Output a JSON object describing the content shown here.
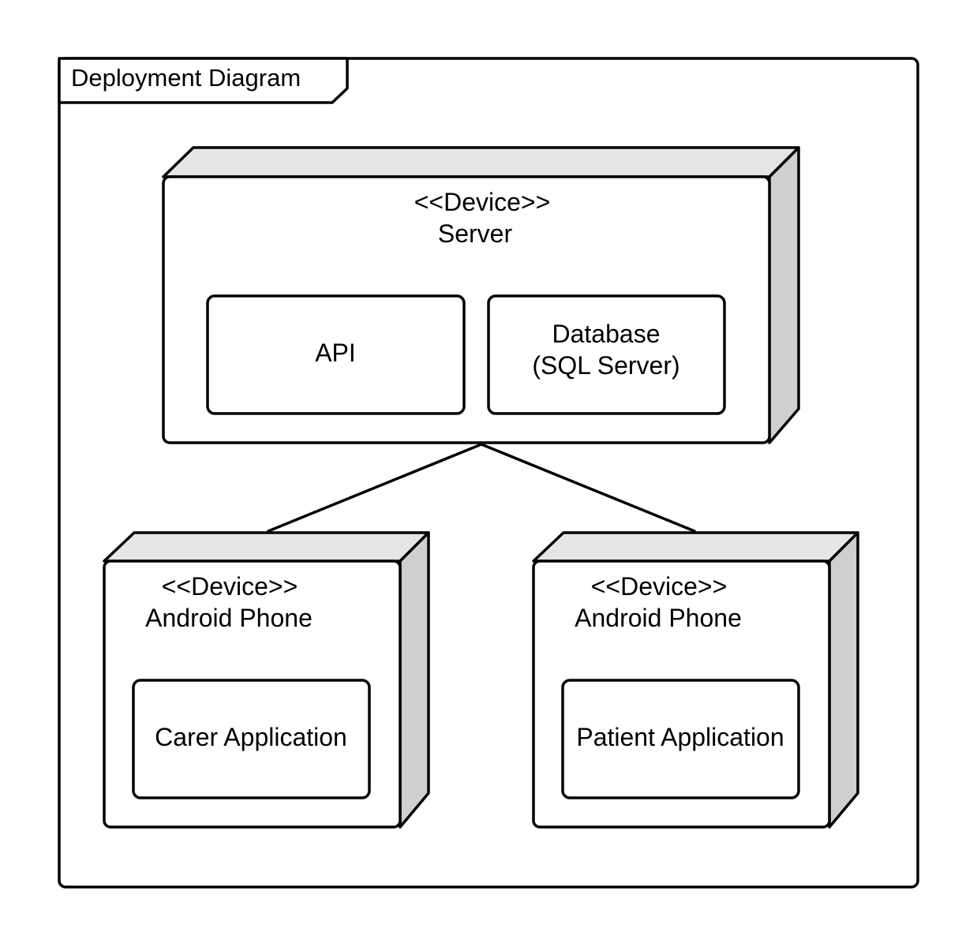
{
  "frame": {
    "title": "Deployment Diagram"
  },
  "server_node": {
    "stereotype": "<<Device>>",
    "name": "Server",
    "components": [
      {
        "lines": [
          "API"
        ]
      },
      {
        "lines": [
          "Database",
          "(SQL Server)"
        ]
      }
    ]
  },
  "carer_node": {
    "stereotype": "<<Device>>",
    "name": "Android Phone",
    "component": "Carer Application"
  },
  "patient_node": {
    "stereotype": "<<Device>>",
    "name": "Android Phone",
    "component": "Patient Application"
  },
  "colors": {
    "stroke": "#000000",
    "node_top": "#e6e6e6",
    "node_side": "#cfcfcf",
    "background": "#ffffff"
  }
}
